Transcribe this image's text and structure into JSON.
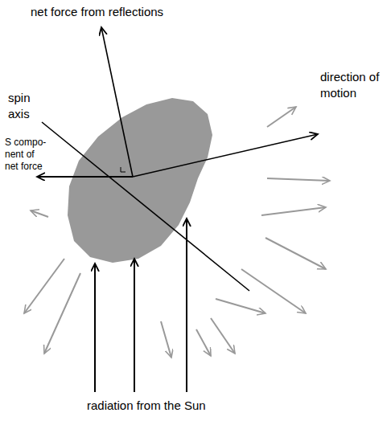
{
  "diagram": {
    "labels": [
      "net force from reflections",
      "spin axis",
      "S compo- nent of net force",
      "direction of motion",
      "radiation from the Sun"
    ]
  }
}
